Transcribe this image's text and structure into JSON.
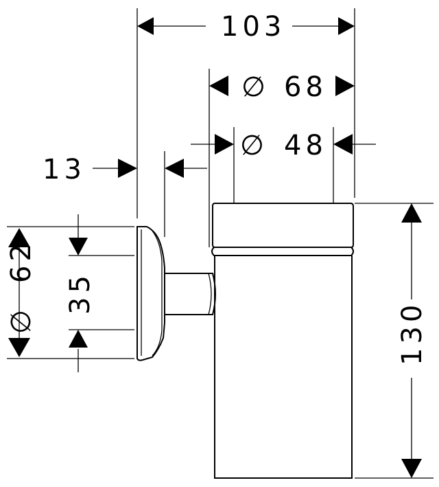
{
  "drawing": {
    "dimensions": {
      "overall_depth": "103",
      "outer_diameter": "68",
      "inner_diameter": "48",
      "wall_gap": "13",
      "plate_diameter": "62",
      "arm_height": "35",
      "height": "130"
    },
    "diameter_symbol": "∅"
  }
}
